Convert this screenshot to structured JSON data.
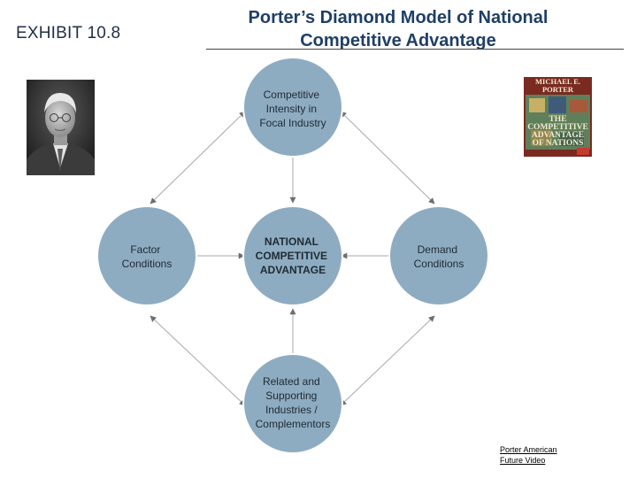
{
  "header": {
    "exhibit_label": "EXHIBIT 10.8",
    "title_line1": "Porter’s Diamond Model of National",
    "title_line2": "Competitive Advantage"
  },
  "book_cover": {
    "author": [
      "MICHAEL E.",
      "PORTER"
    ],
    "title": [
      "THE",
      "COMPETITIVE",
      "ADVANTAGE",
      "OF NATIONS"
    ]
  },
  "colors": {
    "node_fill": "#8eacc1",
    "node_stroke": "#ffffff",
    "connector": "#a9a9a9",
    "arrowhead": "#6e6e6e",
    "title": "#1f3f66"
  },
  "diagram": {
    "nodes": {
      "top": [
        "Competitive",
        "Intensity in",
        "Focal Industry"
      ],
      "left": [
        "Factor",
        "Conditions"
      ],
      "center": [
        "NATIONAL",
        "COMPETITIVE",
        "ADVANTAGE"
      ],
      "right": [
        "Demand",
        "Conditions"
      ],
      "bottom": [
        "Related and",
        "Supporting",
        "Industries /",
        "Complementors"
      ]
    }
  },
  "footer": {
    "video_link_line1": "Porter American",
    "video_link_line2": "Future Video"
  }
}
